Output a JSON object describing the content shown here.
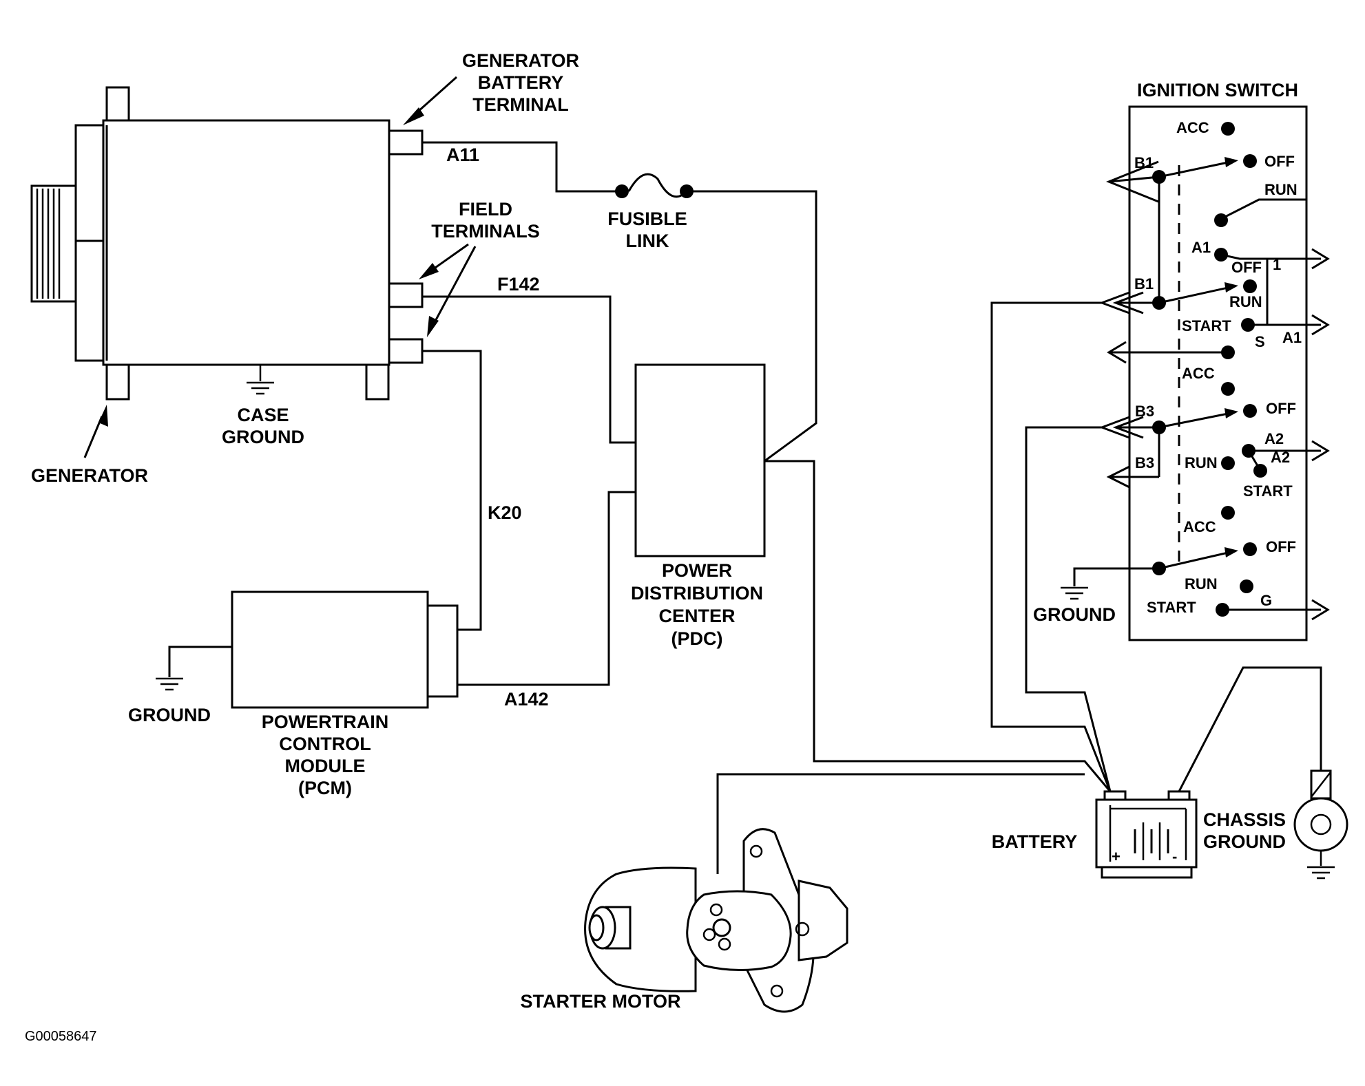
{
  "labels": {
    "generator_battery_terminal": [
      "GENERATOR",
      "BATTERY",
      "TERMINAL"
    ],
    "field_terminals": [
      "FIELD",
      "TERMINALS"
    ],
    "case_ground": [
      "CASE",
      "GROUND"
    ],
    "generator": "GENERATOR",
    "fusible_link": [
      "FUSIBLE",
      "LINK"
    ],
    "pdc": [
      "POWER",
      "DISTRIBUTION",
      "CENTER",
      "(PDC)"
    ],
    "pcm": [
      "POWERTRAIN",
      "CONTROL",
      "MODULE",
      "(PCM)"
    ],
    "pcm_ground": "GROUND",
    "ignition_switch": "IGNITION SWITCH",
    "switch_ground": "GROUND",
    "battery": "BATTERY",
    "battery_plus": "+",
    "battery_minus": "-",
    "chassis_ground": [
      "CHASSIS",
      "GROUND"
    ],
    "starter_motor": "STARTER MOTOR",
    "image_code": "G00058647"
  },
  "wires": {
    "a11": "A11",
    "f142": "F142",
    "k20": "K20",
    "a142": "A142"
  },
  "ignition_switch": {
    "acc1": "ACC",
    "b1_top": "B1",
    "off1": "OFF",
    "run1": "RUN",
    "a1_left": "A1",
    "off2": "OFF",
    "one": "1",
    "b1_mid": "B1",
    "run2": "RUN",
    "start1": "START",
    "s": "S",
    "a1_right": "A1",
    "acc2": "ACC",
    "b3_top": "B3",
    "off3": "OFF",
    "a2_top": "A2",
    "a2_mid": "A2",
    "b3_mid": "B3",
    "run3": "RUN",
    "start2": "START",
    "acc3": "ACC",
    "off4": "OFF",
    "run4": "RUN",
    "start3": "START",
    "g": "G"
  }
}
